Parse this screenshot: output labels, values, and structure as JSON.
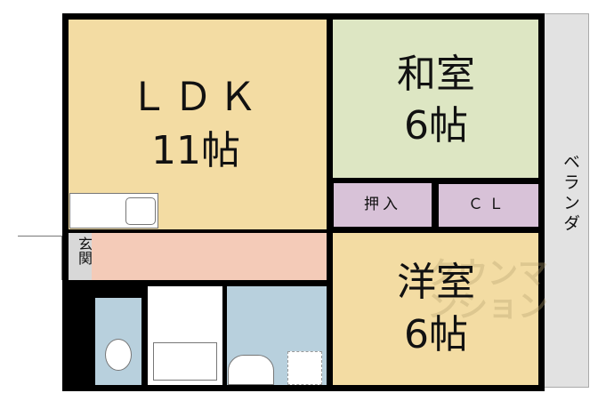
{
  "rooms": {
    "ldk": {
      "name": "ＬＤＫ",
      "size": "11帖"
    },
    "washitsu": {
      "name": "和室",
      "size": "6帖"
    },
    "oshiire": {
      "name": "押入"
    },
    "closet": {
      "name": "ＣＬ"
    },
    "yoshitsu": {
      "name": "洋室",
      "size": "6帖"
    },
    "genkan": {
      "name": "玄関"
    },
    "veranda": {
      "name": "ベランダ"
    }
  },
  "watermark": "タウンマンション",
  "colors": {
    "ldk": "#f3dca3",
    "washitsu": "#dde6c3",
    "storage": "#d8c2d8",
    "hall": "#f4cbb8",
    "wet": "#b8d0dd",
    "veranda": "#e2e2e2"
  }
}
